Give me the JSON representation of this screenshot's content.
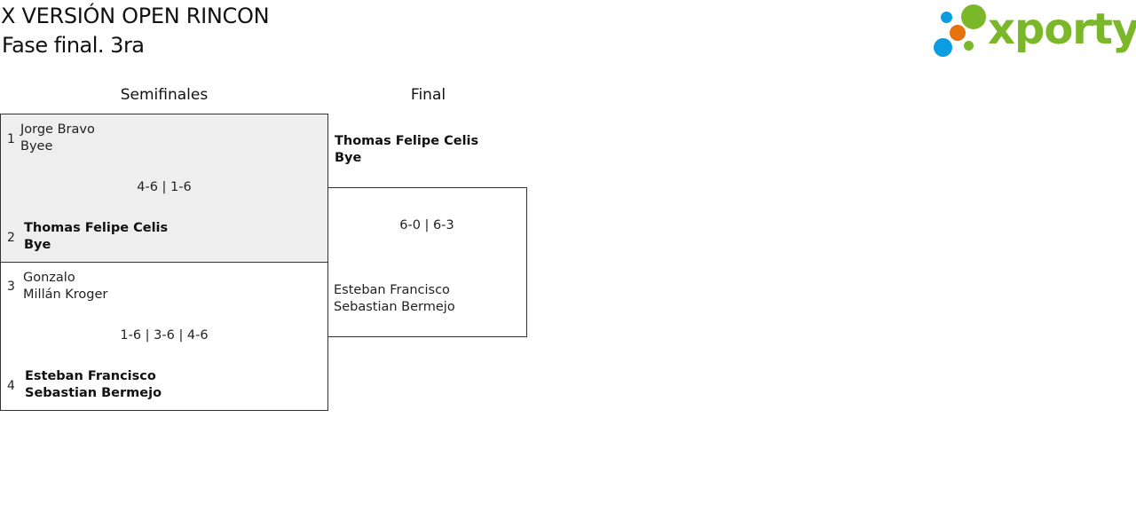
{
  "header": {
    "title": "X VERSIÓN OPEN RINCON",
    "subtitle": "Fase final. 3ra"
  },
  "logo": {
    "text": "xporty",
    "colors": {
      "green": "#7ab829",
      "blue": "#0b9de2",
      "orange": "#e6720f"
    }
  },
  "rounds": [
    {
      "label": "Semifinales"
    },
    {
      "label": "Final"
    }
  ],
  "semifinals": [
    {
      "highlighted": true,
      "score": "4-6 | 1-6",
      "top": {
        "seed": "1",
        "line1": "Jorge Bravo",
        "line2": "Byee",
        "winner": false
      },
      "bottom": {
        "seed": "2",
        "line1": "Thomas Felipe Celis",
        "line2": "Bye",
        "winner": true
      }
    },
    {
      "highlighted": false,
      "score": "1-6 | 3-6 | 4-6",
      "top": {
        "seed": "3",
        "line1": "Gonzalo",
        "line2": "Millán Kroger",
        "winner": false
      },
      "bottom": {
        "seed": "4",
        "line1": "Esteban Francisco",
        "line2": "Sebastian Bermejo",
        "winner": true
      }
    }
  ],
  "final": {
    "score": "6-0 | 6-3",
    "top": {
      "line1": "Thomas Felipe Celis",
      "line2": "Bye",
      "winner": true
    },
    "bottom": {
      "line1": "Esteban Francisco",
      "line2": "Sebastian Bermejo",
      "winner": false
    }
  },
  "colors": {
    "highlight_bg": "#eeeeee",
    "border": "#333333"
  }
}
